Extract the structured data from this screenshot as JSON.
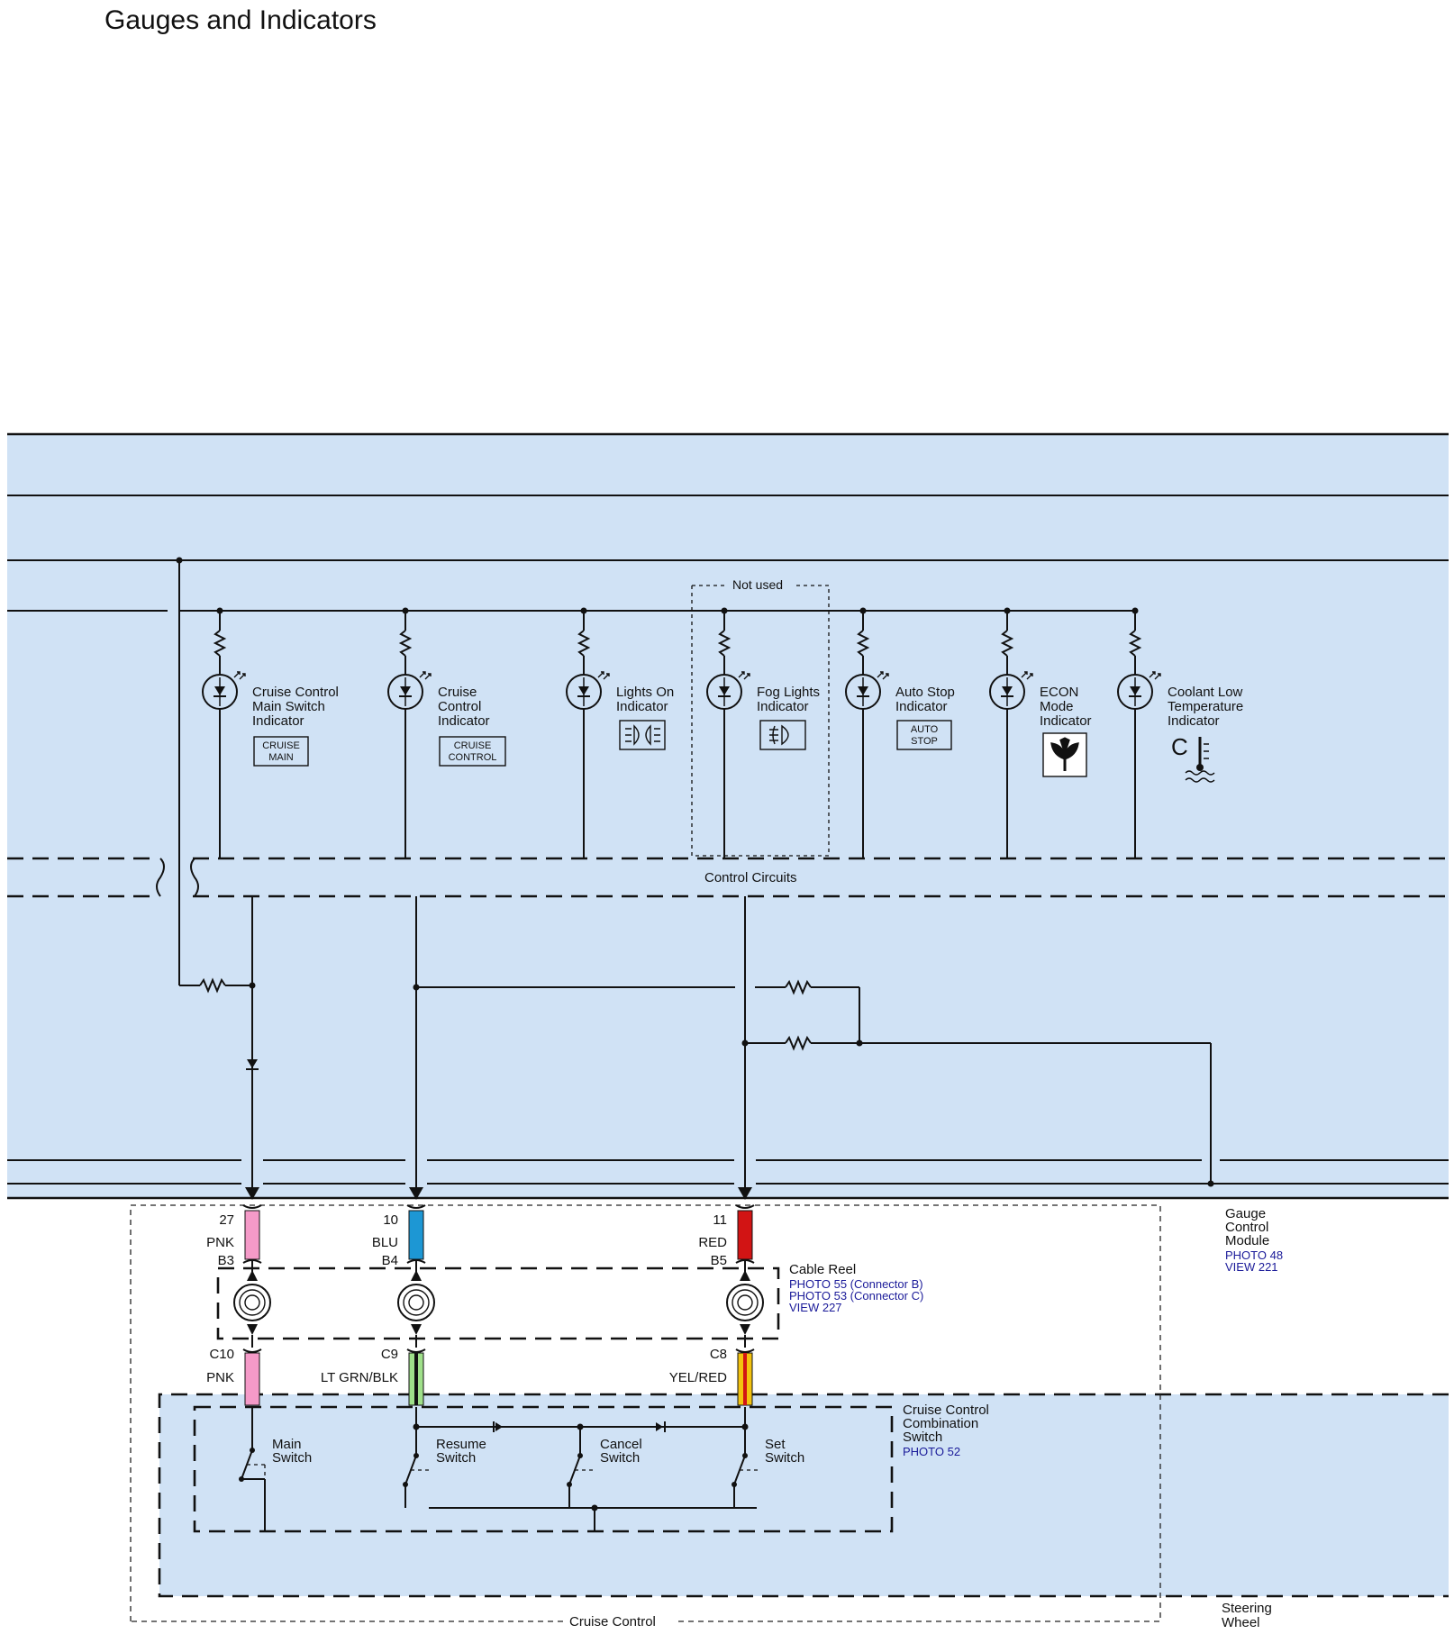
{
  "title": "Gauges and Indicators",
  "labels": {
    "not_used": "Not used",
    "control_circuits": "Control Circuits",
    "cruise_control": "Cruise Control"
  },
  "indicators": [
    {
      "l1": "Cruise Control",
      "l2": "Main Switch",
      "l3": "Indicator",
      "badge1": "CRUISE",
      "badge2": "MAIN"
    },
    {
      "l1": "Cruise",
      "l2": "Control",
      "l3": "Indicator",
      "badge1": "CRUISE",
      "badge2": "CONTROL"
    },
    {
      "l1": "Lights On",
      "l2": "Indicator",
      "icon": "headlight-icon"
    },
    {
      "l1": "Fog Lights",
      "l2": "Indicator",
      "icon": "fog-light-icon"
    },
    {
      "l1": "Auto Stop",
      "l2": "Indicator",
      "badge1": "AUTO",
      "badge2": "STOP"
    },
    {
      "l1": "ECON",
      "l2": "Mode",
      "l3": "Indicator",
      "icon": "econ-leaf-icon"
    },
    {
      "l1": "Coolant Low",
      "l2": "Temperature",
      "l3": "Indicator",
      "icon": "coolant-temp-icon",
      "letter": "C"
    }
  ],
  "gauge_module": {
    "l1": "Gauge",
    "l2": "Control",
    "l3": "Module",
    "ref1": "PHOTO 48",
    "ref2": "VIEW 221"
  },
  "cable_reel": {
    "name": "Cable Reel",
    "ref1": "PHOTO 55 (Connector B)",
    "ref2": "PHOTO 53 (Connector C)",
    "ref3": "VIEW 227"
  },
  "combo_switch": {
    "l1": "Cruise Control",
    "l2": "Combination",
    "l3": "Switch",
    "ref": "PHOTO 52"
  },
  "steering_wheel": {
    "l1": "Steering",
    "l2": "Wheel"
  },
  "upper_wires": [
    {
      "pin": "27",
      "color": "PNK",
      "connector": "B3",
      "hex": "#f59ac8"
    },
    {
      "pin": "10",
      "color": "BLU",
      "connector": "B4",
      "hex": "#1d97d4"
    },
    {
      "pin": "11",
      "color": "RED",
      "connector": "B5",
      "hex": "#d21414"
    }
  ],
  "lower_wires": [
    {
      "connector": "C10",
      "color": "PNK",
      "hex": "#f59ac8"
    },
    {
      "connector": "C9",
      "color": "LT GRN/BLK",
      "hex": "#9fe08a"
    },
    {
      "connector": "C8",
      "color": "YEL/RED",
      "hex": "#f3c20f"
    }
  ],
  "switches": [
    {
      "l1": "Main",
      "l2": "Switch"
    },
    {
      "l1": "Resume",
      "l2": "Switch"
    },
    {
      "l1": "Cancel",
      "l2": "Switch"
    },
    {
      "l1": "Set",
      "l2": "Switch"
    }
  ]
}
